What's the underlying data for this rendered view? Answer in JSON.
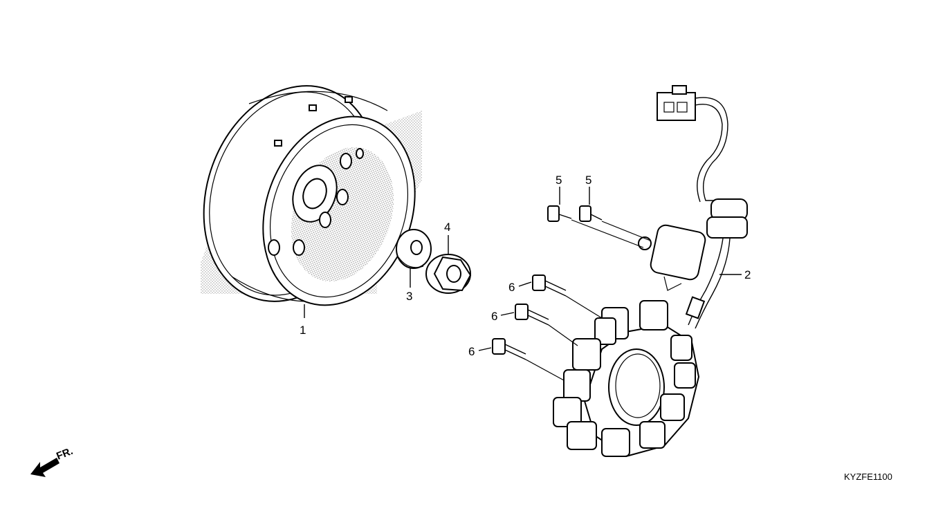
{
  "diagram": {
    "callouts": [
      {
        "id": "1",
        "text": "1"
      },
      {
        "id": "2",
        "text": "2"
      },
      {
        "id": "3",
        "text": "3"
      },
      {
        "id": "4",
        "text": "4"
      },
      {
        "id": "5a",
        "text": "5"
      },
      {
        "id": "5b",
        "text": "5"
      },
      {
        "id": "6a",
        "text": "6"
      },
      {
        "id": "6b",
        "text": "6"
      },
      {
        "id": "6c",
        "text": "6"
      }
    ],
    "direction_label": "FR.",
    "diagram_code": "KYZFE1100",
    "icons": {
      "front_arrow": "front-direction-arrow-icon"
    }
  }
}
